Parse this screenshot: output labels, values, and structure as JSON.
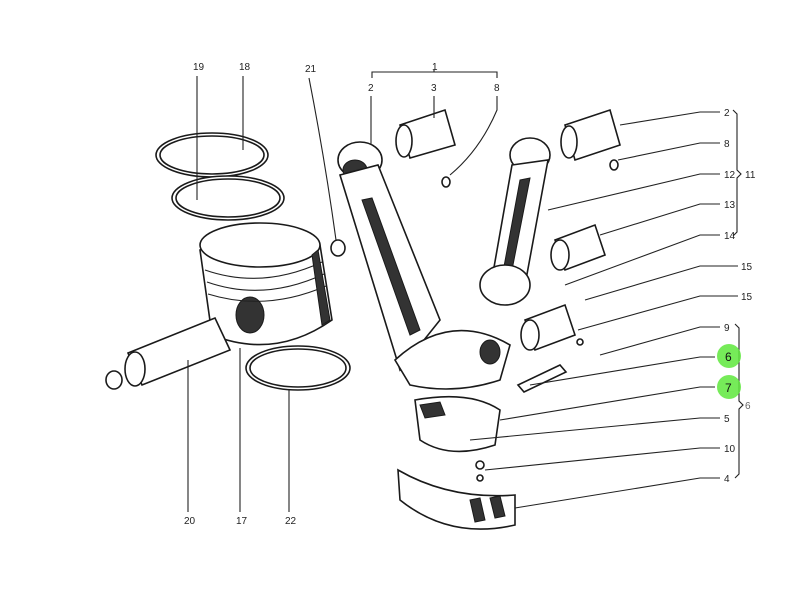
{
  "diagram": {
    "top_labels": {
      "l19": "19",
      "l18": "18",
      "l21": "21",
      "l1": "1",
      "l2": "2",
      "l3": "3",
      "l8": "8"
    },
    "right_labels": {
      "r2": "2",
      "r8": "8",
      "r12": "12",
      "r11": "11",
      "r13": "13",
      "r14": "14",
      "r15a": "15",
      "r15b": "15",
      "r9": "9",
      "r6": "6",
      "r7": "7",
      "r6group": "6",
      "r5": "5",
      "r10": "10",
      "r4": "4"
    },
    "bottom_labels": {
      "l20": "20",
      "l17": "17",
      "l22": "22"
    },
    "highlighted": [
      "6",
      "7"
    ],
    "highlight_color": "#5ee83c"
  }
}
